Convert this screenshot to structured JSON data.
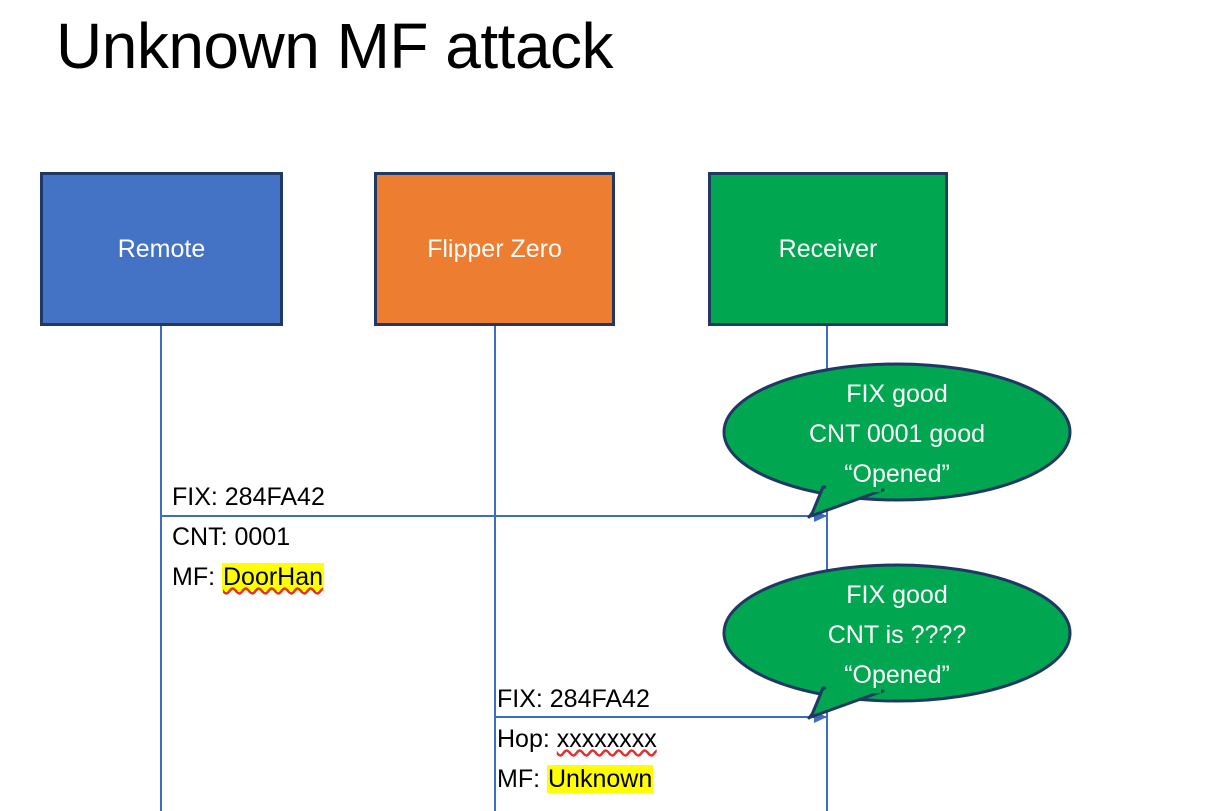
{
  "slide": {
    "title": "Unknown MF attack",
    "background_color": "#FFFFFF"
  },
  "colors": {
    "remote_box": "#4472C4",
    "flipper_box": "#ED7D31",
    "receiver_box": "#00A650",
    "box_border": "#1F3864",
    "lifeline": "#3C6DC0",
    "arrow": "#3C6DC0",
    "bubble_fill": "#00A650",
    "bubble_outline": "#1F3864",
    "highlight": "#FFFF00",
    "spellcheck_underline": "#E03030",
    "label_text": "#FFFFFF",
    "body_text": "#000000"
  },
  "actors": [
    {
      "id": "remote",
      "label": "Remote",
      "fill": "#4472C4"
    },
    {
      "id": "flipper",
      "label": "Flipper Zero",
      "fill": "#ED7D31"
    },
    {
      "id": "receiver",
      "label": "Receiver",
      "fill": "#00A650"
    }
  ],
  "messages": [
    {
      "id": "remote-to-receiver",
      "from": "Remote",
      "to": "Receiver",
      "line1": "FIX: 284FA42",
      "line2_prefix": "CNT: ",
      "line2_value": "0001",
      "line3_prefix": "MF: ",
      "line3_value": "DoorHan",
      "line3_highlighted": true,
      "line3_spellchecked": true
    },
    {
      "id": "flipper-to-receiver",
      "from": "Flipper Zero",
      "to": "Receiver",
      "line1": "FIX: 284FA42",
      "line2_prefix": "Hop: ",
      "line2_value": "xxxxxxxx",
      "line2_spellchecked": true,
      "line3_prefix": "MF: ",
      "line3_value": "Unknown",
      "line3_highlighted": true,
      "line3_spellchecked": false
    }
  ],
  "callouts": [
    {
      "id": "first",
      "owner": "Receiver",
      "line1": "FIX good",
      "line2": "CNT 0001 good",
      "line3": "“Opened”"
    },
    {
      "id": "second",
      "owner": "Receiver",
      "line1": "FIX good",
      "line2": "CNT is ????",
      "line3": "“Opened”"
    }
  ]
}
